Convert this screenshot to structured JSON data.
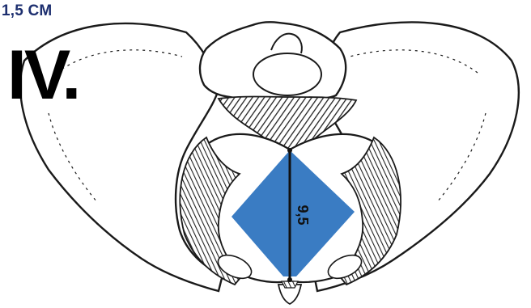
{
  "header": {
    "measurement_label": "1,5 CM",
    "stage_numeral": "IV."
  },
  "diagram": {
    "diameter_label": "9,5",
    "colors": {
      "label_blue": "#1d2f6f",
      "region_fill": "#2f75c0",
      "outline": "#1a1a1a",
      "ligament_shade": "#555555"
    }
  }
}
